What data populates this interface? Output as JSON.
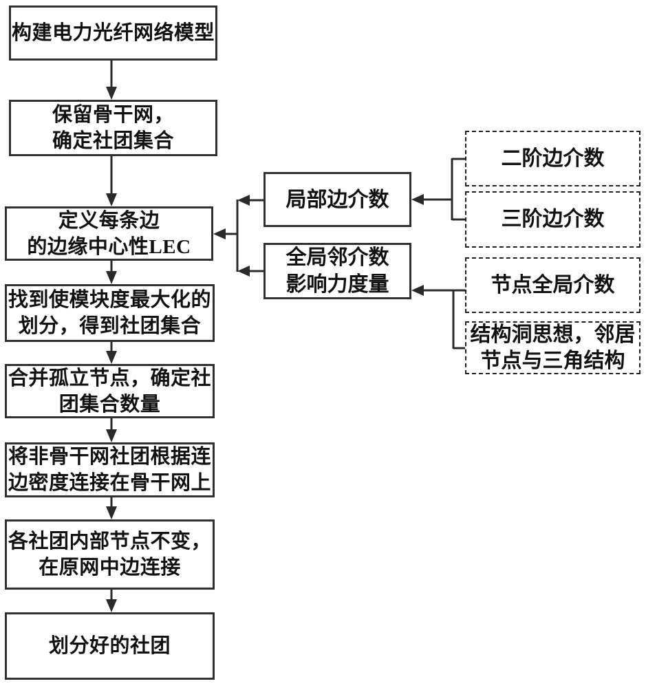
{
  "diagram": {
    "flow_steps": [
      {
        "text": "构建电力光纤网络模型"
      },
      {
        "text": "保留骨干网，\n确定社团集合"
      },
      {
        "text": "定义每条边\n的边缘中心性LEC"
      },
      {
        "text": "找到使模块度最大化的\n划分，得到社团集合"
      },
      {
        "text": "合并孤立节点，确定社\n团集合数量"
      },
      {
        "text": "将非骨干网社团根据连\n边密度连接在骨干网上"
      },
      {
        "text": "各社团内部节点不变，\n在原网中边连接"
      },
      {
        "text": "划分好的社团"
      }
    ],
    "metric_boxes": [
      {
        "text": "局部边介数"
      },
      {
        "text": "全局邻介数\n影响力度量"
      }
    ],
    "factor_boxes": [
      {
        "text": "二阶边介数"
      },
      {
        "text": "三阶边介数"
      },
      {
        "text": "节点全局介数"
      },
      {
        "text": "结构洞思想，邻居\n节点与三角结构"
      }
    ],
    "colors": {
      "line": "#2a2a2a",
      "solid_border": "#2f2f2f",
      "dotted_border": "#1f1f1f",
      "text": "#111111",
      "background": "#ffffff"
    }
  }
}
